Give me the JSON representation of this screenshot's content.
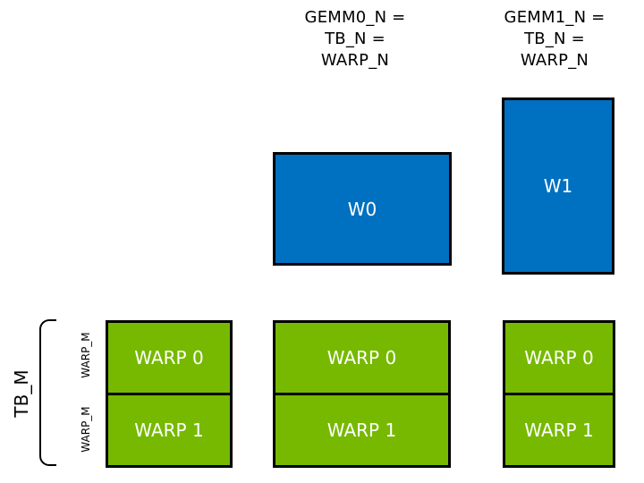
{
  "colors": {
    "nvidia_green": "#76B900",
    "tile_blue": "#0070C0",
    "outline": "#000000",
    "box_text": "#FFFFFF",
    "label_text": "#000000"
  },
  "headers": [
    {
      "lines": [
        "GEMM0_N =",
        "TB_N =",
        "WARP_N"
      ]
    },
    {
      "lines": [
        "GEMM1_N =",
        "TB_N =",
        "WARP_N"
      ]
    }
  ],
  "gemm0_warp_tile": {
    "label": "W0"
  },
  "gemm1_warp_tile": {
    "label": "W1"
  },
  "thread_block_stacks": [
    {
      "warps": [
        "WARP 0",
        "WARP 1"
      ]
    },
    {
      "warps": [
        "WARP 0",
        "WARP 1"
      ]
    },
    {
      "warps": [
        "WARP 0",
        "WARP 1"
      ]
    }
  ],
  "side": {
    "tb_m": "TB_M",
    "warp_m_labels": [
      "WARP_M",
      "WARP_M"
    ]
  }
}
